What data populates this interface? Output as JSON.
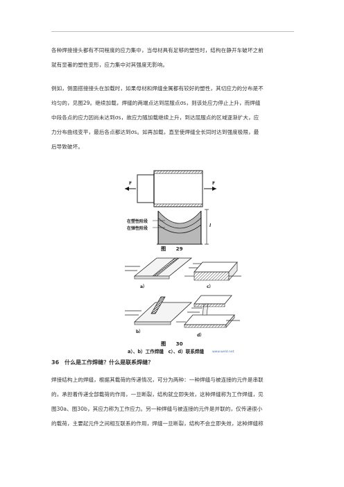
{
  "intro_paragraph": [
    "各种焊接接头都有不同程度的应力集中，当母材具有足够的塑性时，结构在静开车破坏之前",
    "就有显著的塑性变形，应力集中对其强度无影响。"
  ],
  "example_paragraph": [
    "例如，侧面搭接接头在加载时，如果母材和焊缝金属都有较好的塑性，其切应力的分布是不",
    "均匀的，见图29。继续加载，焊缝的两端点达到屈服点σs，则该处应力停止上升，而焊缝",
    "中段各点的应力因尚未达到σs，故应力随加载继续上升，到达屈服点的区域逐渐扩大，应",
    "力分布曲线变平，最后各点都达到σs。如再加载，直至使焊缝全长同时达到强度极限，最",
    "后导致破坏。"
  ],
  "figure29": {
    "force_left": "F",
    "force_right": "F",
    "label_plastic": "在塑性阶段",
    "label_elastic": "在弹性阶段",
    "length_label": "l",
    "caption": "图　　29"
  },
  "figure30": {
    "label_a": "a）",
    "label_b": "b）",
    "label_c": "c）",
    "label_d": "d）",
    "caption": "图　　30",
    "sub_caption": "a）、b）工作焊缝　c）、d）联系焊缝",
    "watermark": "www.weld.net"
  },
  "section_heading": "36　什么是工作焊缝？什么是联系焊缝？",
  "section_paragraph": [
    "焊接结构上的焊缝，根据其载荷的传递情况，可分为两种：一种焊缝与被连接的元件是串联",
    "的，承担着传递全部载荷的作用，一旦断裂，结构就立即失效，这种焊缝称为工作焊缝，见",
    "图30a、图30b，其应力称为工作应力。另一种焊缝与被连接的元件是并联的，仅传递很小",
    "的载荷，主要起元件之间相互联系的作用，焊缝一旦断裂，结构不会立即失效，这种焊缝称"
  ]
}
